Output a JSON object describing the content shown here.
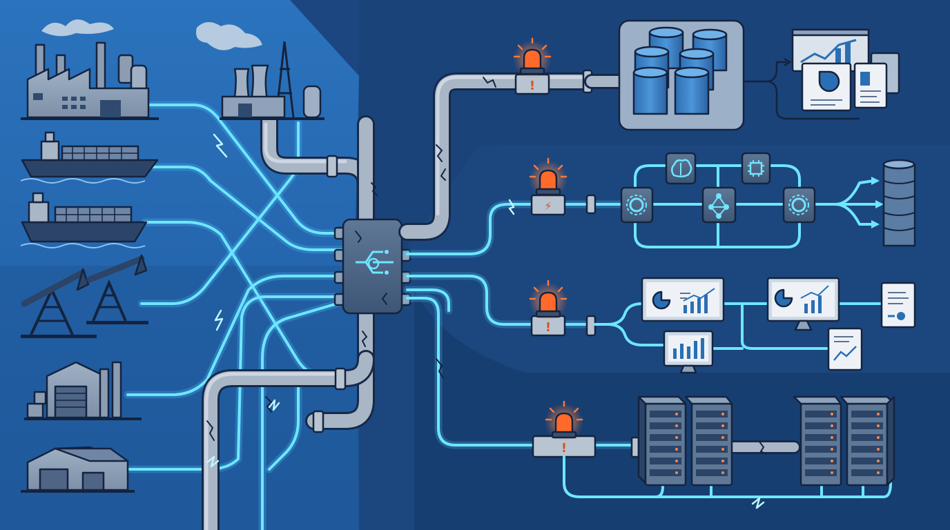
{
  "colors": {
    "background_left": "#2569b1",
    "background_right": "#1b4680",
    "panel": "#1e4f8c",
    "flow_glow": "#6fe6ff",
    "pipe_metal": "#a9b6c6",
    "outline": "#14233f",
    "alarm": "#ff6a2a"
  },
  "sources": [
    {
      "id": "factory",
      "icon": "factory-icon"
    },
    {
      "id": "power-plant",
      "icon": "power-plant-icon"
    },
    {
      "id": "cargo-ship-1",
      "icon": "cargo-ship-icon"
    },
    {
      "id": "cargo-ship-2",
      "icon": "cargo-ship-icon"
    },
    {
      "id": "oil-pumpjacks",
      "icon": "oil-pumpjack-icon"
    },
    {
      "id": "warehouse-1",
      "icon": "warehouse-icon"
    },
    {
      "id": "warehouse-2",
      "icon": "warehouse-icon"
    }
  ],
  "hub": {
    "icon": "routing-hub-icon"
  },
  "branches": [
    {
      "id": "storage-branch",
      "alarm_icon": "alarm-beacon-icon",
      "valve_symbol": "!",
      "destination": "storage-tanks-and-reports"
    },
    {
      "id": "processing-branch",
      "alarm_icon": "alarm-beacon-icon",
      "valve_symbol": "⚡",
      "destination": "ai-processing-network"
    },
    {
      "id": "analytics-branch",
      "alarm_icon": "alarm-beacon-icon",
      "valve_symbol": "!",
      "destination": "analytics-dashboards"
    },
    {
      "id": "server-branch",
      "alarm_icon": "alarm-beacon-icon",
      "valve_symbol": "!",
      "destination": "server-racks"
    }
  ]
}
